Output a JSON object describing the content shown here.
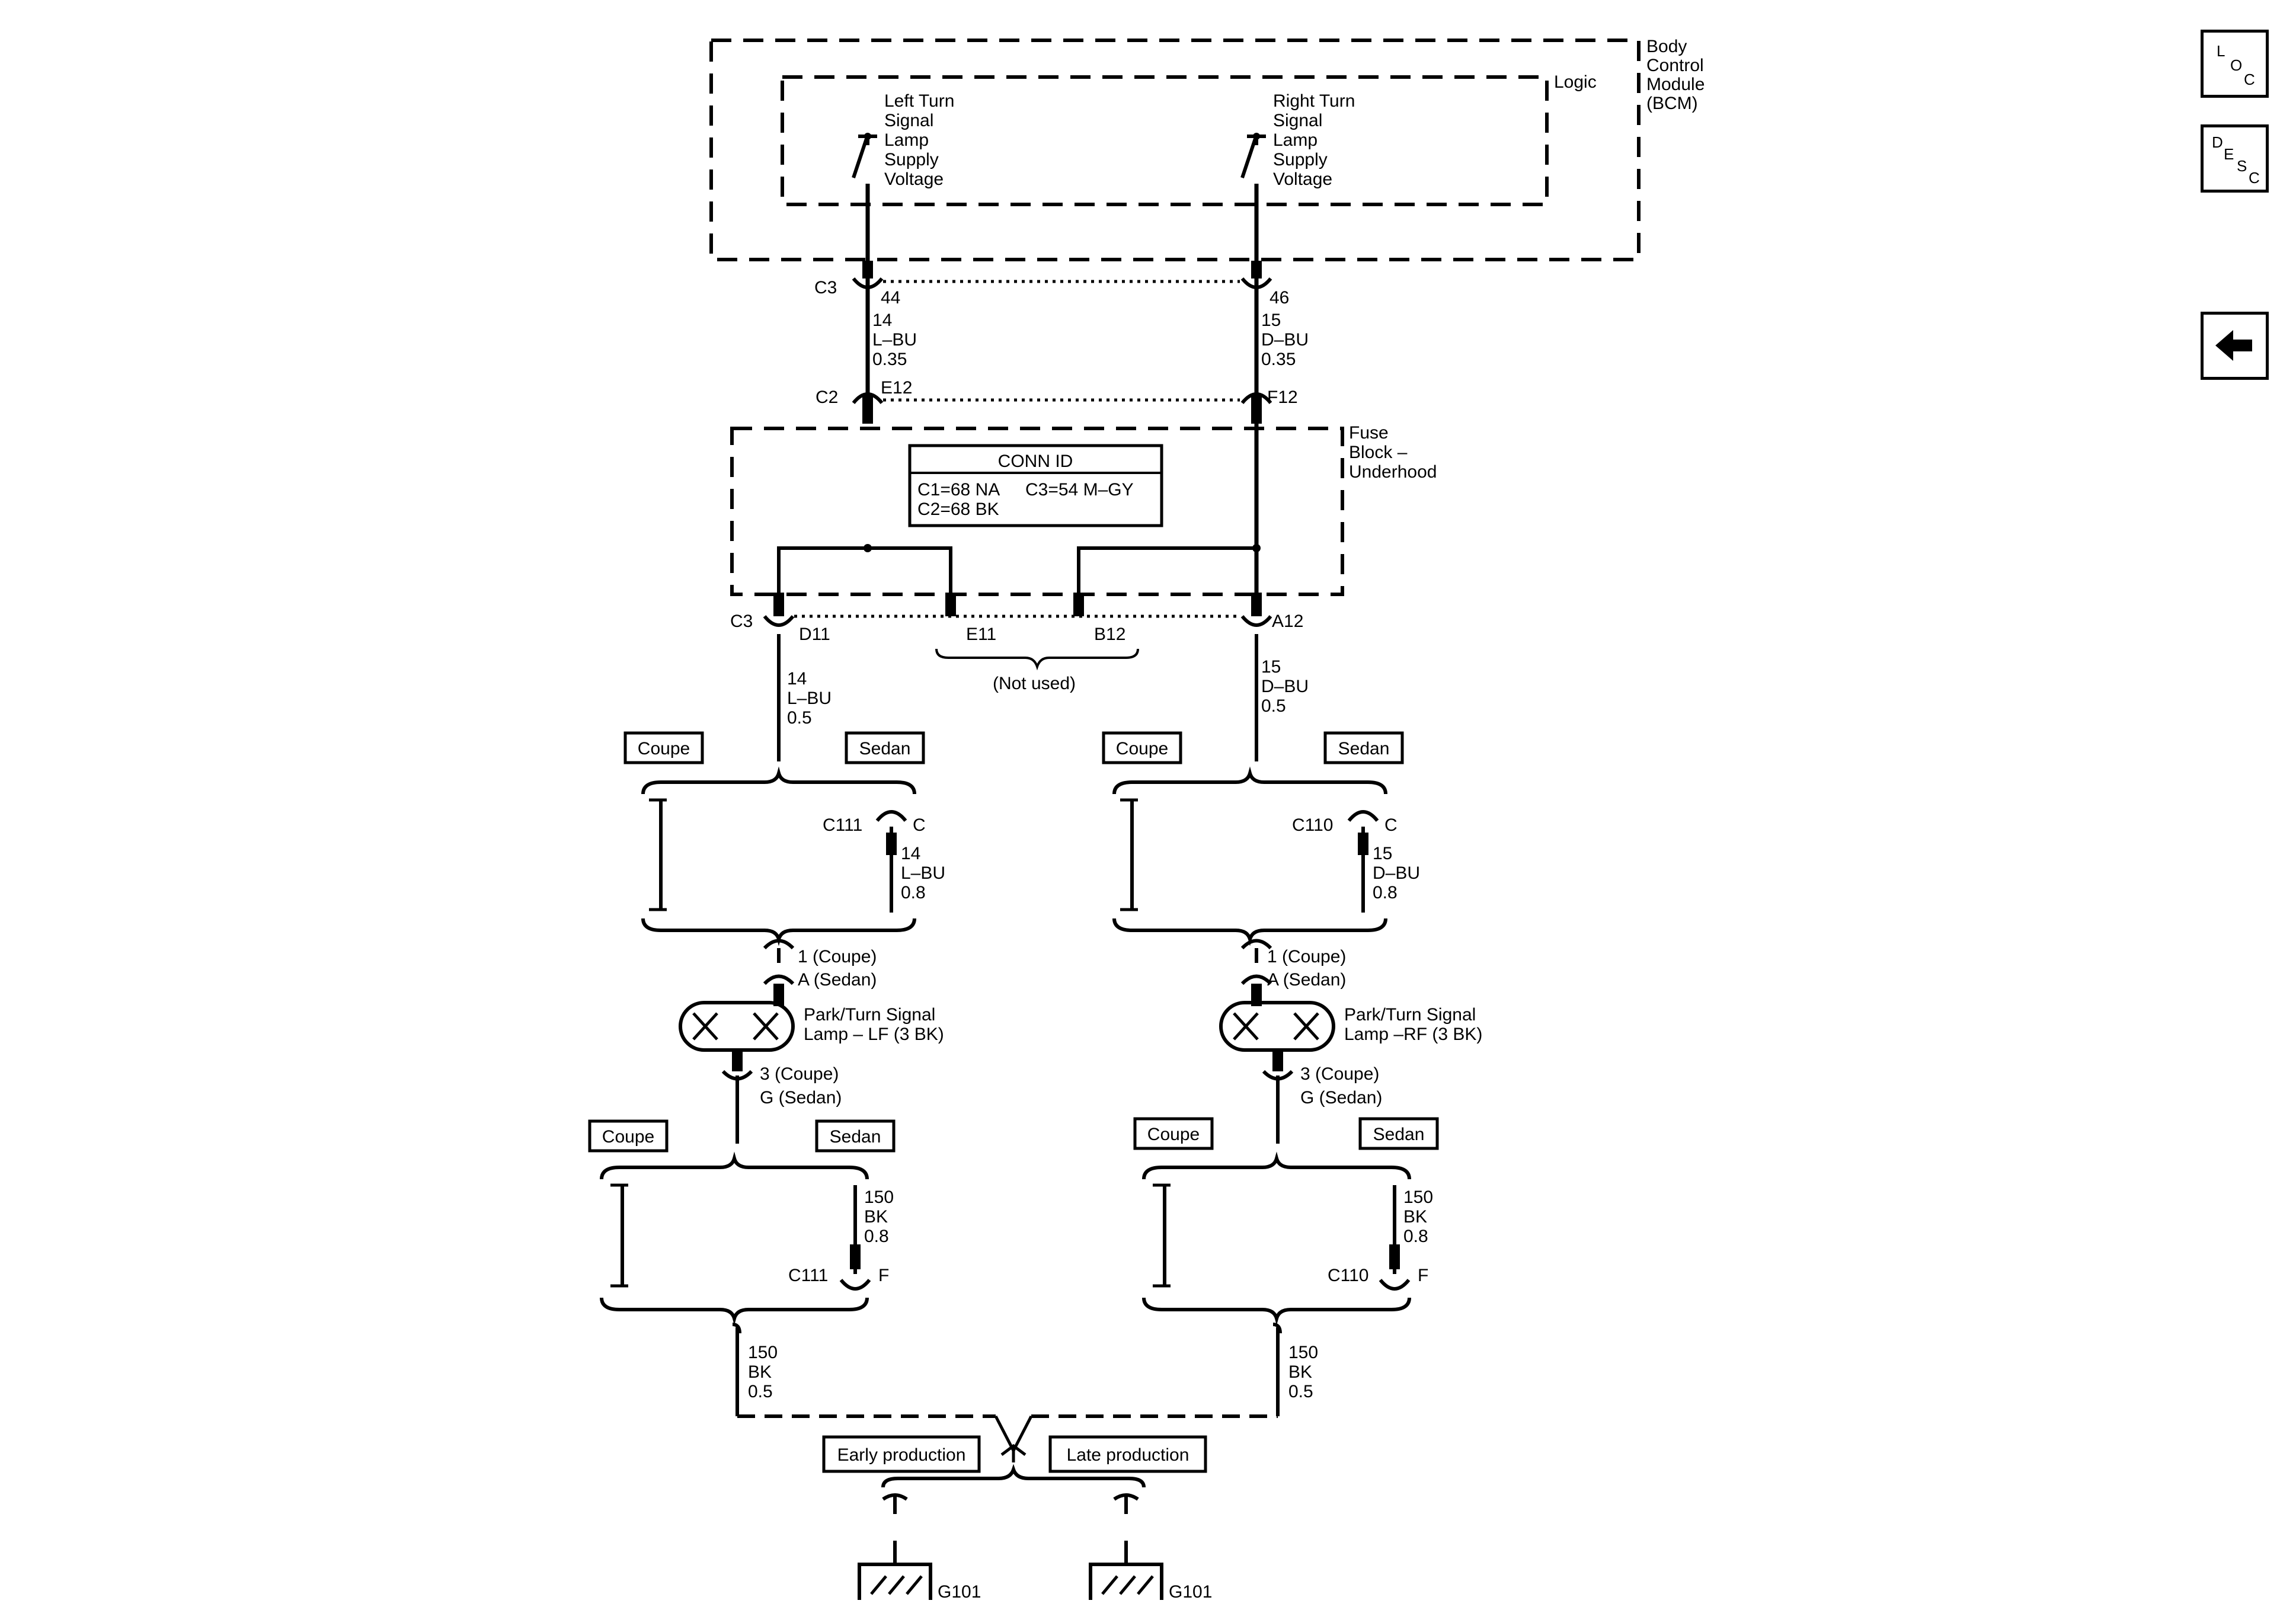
{
  "bcm": {
    "title_lines": [
      "Body",
      "Control",
      "Module",
      "(BCM)"
    ],
    "logic_label": "Logic",
    "left_switch_lines": [
      "Left Turn",
      "Signal",
      "Lamp",
      "Supply",
      "Voltage"
    ],
    "right_switch_lines": [
      "Right Turn",
      "Signal",
      "Lamp",
      "Supply",
      "Voltage"
    ]
  },
  "upper_connectors": {
    "left_conn": "C3",
    "left_pin": "44",
    "right_pin": "46",
    "c2_conn": "C2",
    "c2_left_pin": "E12",
    "c2_right_pin": "F12"
  },
  "upper_wires": {
    "left": [
      "14",
      "L–BU",
      "0.35"
    ],
    "right": [
      "15",
      "D–BU",
      "0.35"
    ]
  },
  "fuse_block": {
    "title_lines": [
      "Fuse",
      "Block –",
      "Underhood"
    ],
    "conn_id_title": "CONN ID",
    "conn_id_line1a": "C1=68 NA",
    "conn_id_line1b": "C3=54 M–GY",
    "conn_id_line2": "C2=68 BK"
  },
  "fuse_connectors": {
    "c3_label": "C3",
    "d11": "D11",
    "e11": "E11",
    "b12": "B12",
    "a12": "A12",
    "not_used": "(Not used)"
  },
  "mid_wires": {
    "left": [
      "14",
      "L–BU",
      "0.5"
    ],
    "right": [
      "15",
      "D–BU",
      "0.5"
    ]
  },
  "variants": {
    "coupe": "Coupe",
    "sedan": "Sedan"
  },
  "lf_circuit": {
    "connector": "C111",
    "pin_c": "C",
    "wire": [
      "14",
      "L–BU",
      "0.8"
    ],
    "lamp_pin_top": [
      "1 (Coupe)",
      "A (Sedan)"
    ],
    "lamp_label": [
      "Park/Turn Signal",
      "Lamp – LF (3 BK)"
    ],
    "lamp_pin_bottom": [
      "3 (Coupe)",
      "G (Sedan)"
    ],
    "ground_wire": [
      "150",
      "BK",
      "0.8"
    ],
    "pin_f": "F",
    "lower_wire": [
      "150",
      "BK",
      "0.5"
    ]
  },
  "rf_circuit": {
    "connector": "C110",
    "pin_c": "C",
    "wire": [
      "15",
      "D–BU",
      "0.8"
    ],
    "lamp_pin_top": [
      "1 (Coupe)",
      "A (Sedan)"
    ],
    "lamp_label": [
      "Park/Turn Signal",
      "Lamp –RF (3 BK)"
    ],
    "lamp_pin_bottom": [
      "3 (Coupe)",
      "G (Sedan)"
    ],
    "ground_wire": [
      "150",
      "BK",
      "0.8"
    ],
    "pin_f": "F",
    "lower_wire": [
      "150",
      "BK",
      "0.5"
    ]
  },
  "production": {
    "early": "Early production",
    "late": "Late production"
  },
  "grounds": {
    "left": "G101",
    "right": "G101"
  },
  "nav": {
    "loc_letters": [
      "L",
      "O",
      "C"
    ],
    "desc_letters": [
      "D",
      "E",
      "S",
      "C"
    ],
    "back_icon": "left-arrow-icon"
  }
}
